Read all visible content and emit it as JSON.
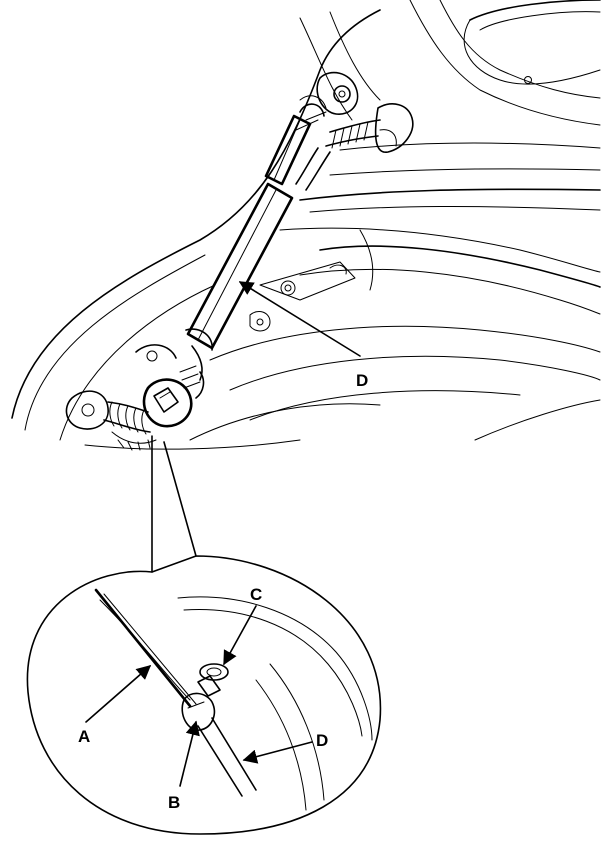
{
  "colors": {
    "ink": "#000000",
    "paper": "#ffffff"
  },
  "labels": {
    "a": "A",
    "b": "B",
    "c": "C",
    "d_main": "D",
    "d_detail": "D"
  }
}
